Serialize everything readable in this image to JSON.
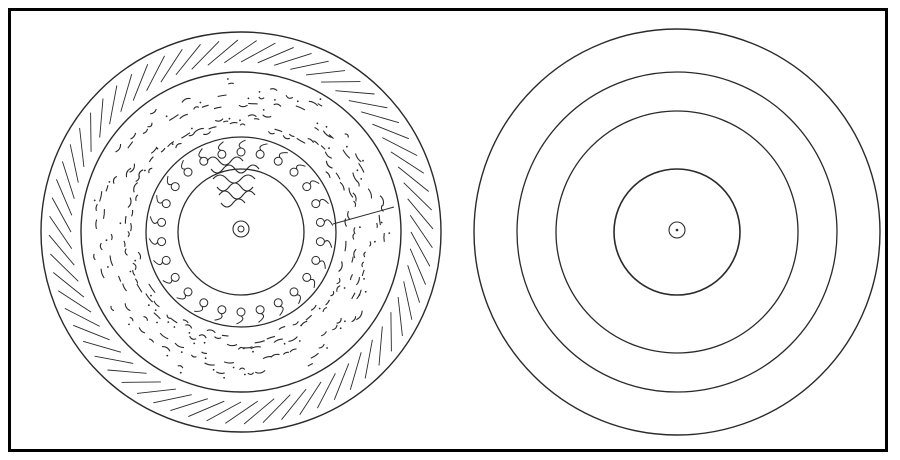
{
  "figure": {
    "panels": [
      {
        "id": "left",
        "description_free": true,
        "rings": 4,
        "outer_ring_style": "hatched",
        "inner_bead_count": 26,
        "script_bands": 2
      },
      {
        "id": "right",
        "rings": 5,
        "center_mark": true
      }
    ],
    "colors": {
      "ink": "#2a2a2a",
      "frame": "#000000",
      "background": "#ffffff"
    }
  }
}
